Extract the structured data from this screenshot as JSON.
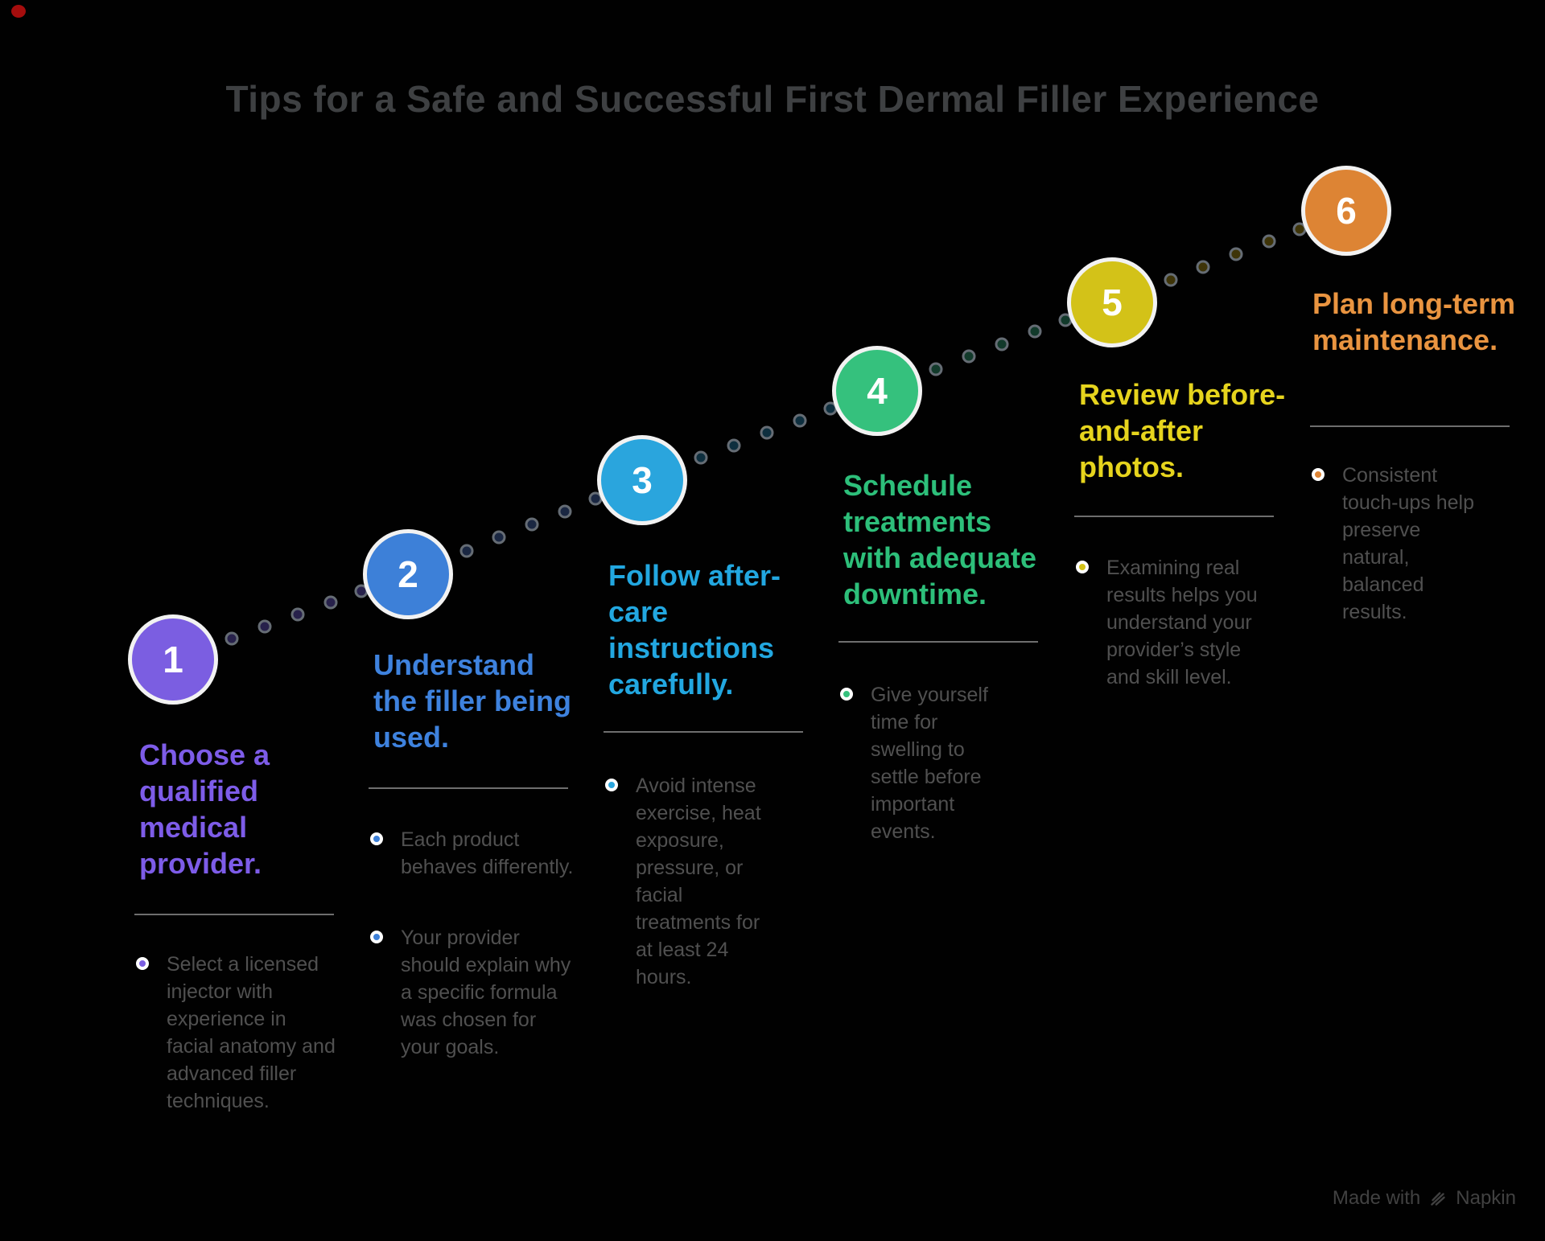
{
  "title": "Tips for a Safe and Successful First Dermal Filler Experience",
  "title_color": "#3e4042",
  "background_color": "#010101",
  "footer": {
    "made_with": "Made with",
    "brand": "Napkin"
  },
  "steps": [
    {
      "number": "1",
      "heading": "Choose a qualified medical provider.",
      "circle_color": "#7b5ee1",
      "heading_color": "#7d5ce8",
      "trail_color": "#27214b",
      "bullets": [
        "Select a licensed injector with experience in facial anatomy and advanced filler techniques."
      ]
    },
    {
      "number": "2",
      "heading": "Understand the filler being used.",
      "circle_color": "#3d80d8",
      "heading_color": "#3e82de",
      "trail_color": "#1a2742",
      "bullets": [
        "Each product behaves differently.",
        "Your provider should explain why a specific formula was chosen for your goals."
      ]
    },
    {
      "number": "3",
      "heading": "Follow after-care instructions carefully.",
      "circle_color": "#2aa5dd",
      "heading_color": "#22a7e0",
      "trail_color": "#0e2f3f",
      "bullets": [
        "Avoid intense exercise, heat exposure, pressure, or facial treatments for at least 24 hours."
      ]
    },
    {
      "number": "4",
      "heading": "Schedule treatments with adequate downtime.",
      "circle_color": "#35c17d",
      "heading_color": "#2dbf7a",
      "trail_color": "#123a2b",
      "bullets": [
        "Give yourself time for swelling to settle before important events."
      ]
    },
    {
      "number": "5",
      "heading": "Review before-and-after photos.",
      "circle_color": "#d3c218",
      "heading_color": "#e6d41d",
      "trail_color": "#3e3408",
      "bullets": [
        "Examining real results helps you understand your provider’s style and skill level."
      ]
    },
    {
      "number": "6",
      "heading": "Plan long-term maintenance.",
      "circle_color": "#dd8434",
      "heading_color": "#e99440",
      "trail_color": "#3e3408",
      "bullets": [
        "Consistent touch-ups help preserve natural, balanced results."
      ]
    }
  ]
}
